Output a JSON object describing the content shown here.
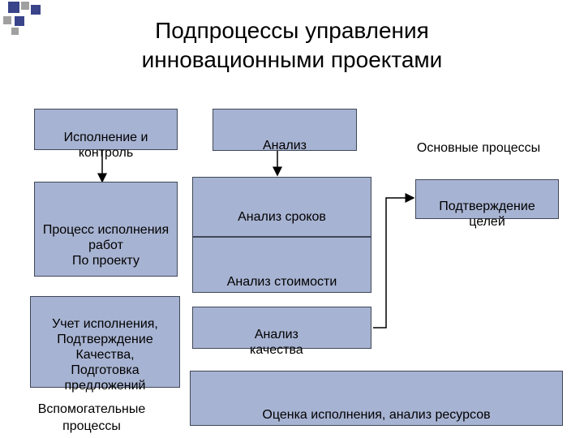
{
  "colors": {
    "box_fill": "#a7b3d2",
    "box_border": "#404858",
    "deco_blue": "#39448a",
    "deco_gray": "#a0a0a0"
  },
  "title": "Подпроцессы управления\nинновационными проектами",
  "boxes": {
    "execution_control": "Исполнение и\nконтроль",
    "work_process": "Процесс исполнения\nработ\nПо проекту",
    "accounting": "Учет исполнения,\nПодтверждение\nКачества,\nПодготовка\nпредложений",
    "analysis": "Анализ",
    "time_analysis": "Анализ сроков",
    "cost_analysis": "Анализ стоимости",
    "quality_analysis": "Анализ\nкачества",
    "goal_confirmation": "Подтверждение\nцелей",
    "performance_eval": "Оценка исполнения, анализ ресурсов"
  },
  "labels": {
    "main_processes": "Основные процессы",
    "auxiliary_processes": "Вспомогательные\nпроцессы"
  }
}
